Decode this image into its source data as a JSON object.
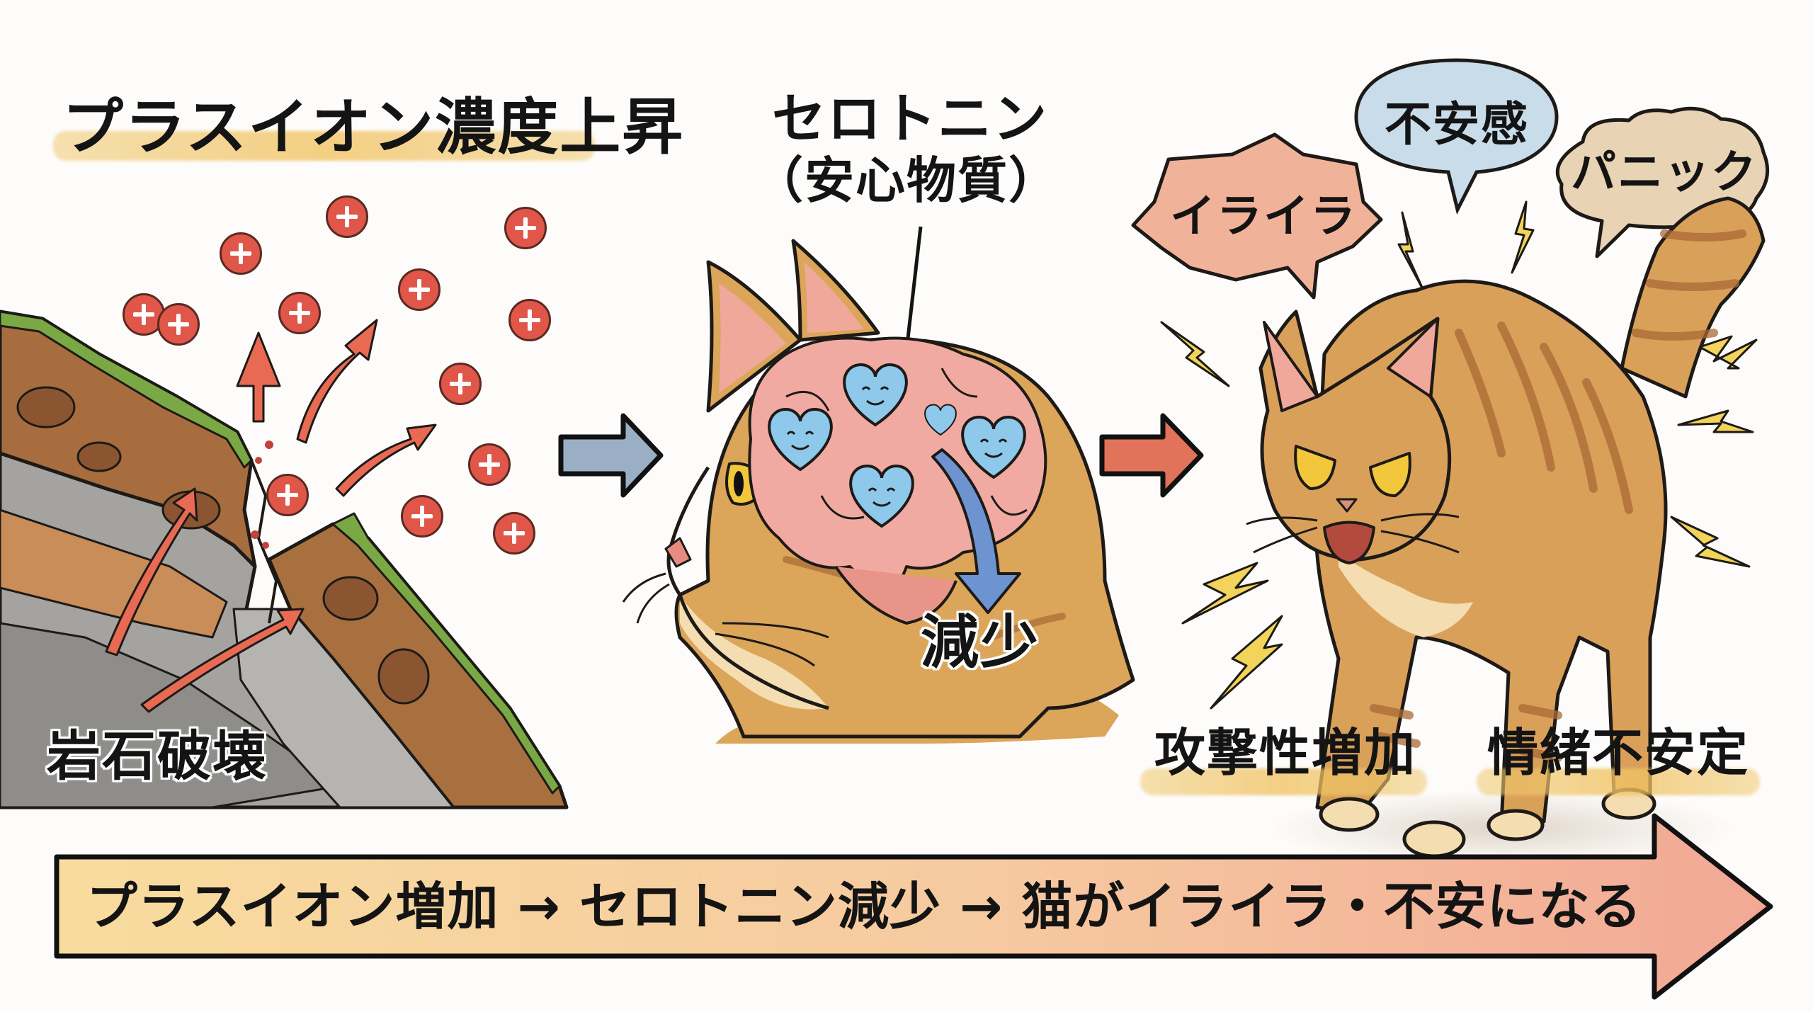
{
  "stage1": {
    "title": "プラスイオン濃度上昇",
    "caption": "岩石破壊",
    "ion_icon": "plus-ion-icon",
    "ion_count": 13,
    "colors": {
      "ion": "#e0574a",
      "highlight": "#f0c46e",
      "rock_brown": "#a0683a",
      "rock_gray": "#9a9a98",
      "grass": "#7aa844",
      "emission_arrow": "#e86a52"
    }
  },
  "flow_arrows": [
    {
      "name": "arrow-to-stage2",
      "color": "#9aafc4"
    },
    {
      "name": "arrow-to-stage3",
      "color": "#e0735a"
    }
  ],
  "stage2": {
    "title": "セロトニン",
    "subtitle": "（安心物質）",
    "decrease_label": "減少",
    "heart_icon": "smiling-heart-icon",
    "heart_count": 5,
    "colors": {
      "brain": "#f1aaa2",
      "heart": "#8ec8ea",
      "down_arrow": "#6d93d0",
      "fur": "#dba55a"
    }
  },
  "stage3": {
    "bubbles": [
      {
        "text": "イライラ",
        "shape": "burst",
        "color": "#f0b39a"
      },
      {
        "text": "不安感",
        "shape": "oval",
        "color": "#c8dcea"
      },
      {
        "text": "パニック",
        "shape": "cloud",
        "color": "#e8d3b4"
      }
    ],
    "labels": [
      "攻撃性増加",
      "情緒不安定"
    ],
    "lightning_icon": "lightning-bolt-icon",
    "colors": {
      "lightning": "#f2d45a",
      "fur": "#d9a05a",
      "stripes": "#a86a34"
    }
  },
  "summary_arrow": {
    "text": "プラスイオン増加 → セロトニン減少 → 猫がイライラ・不安になる",
    "gradient": [
      "#f8dc9e",
      "#f2a895"
    ]
  }
}
